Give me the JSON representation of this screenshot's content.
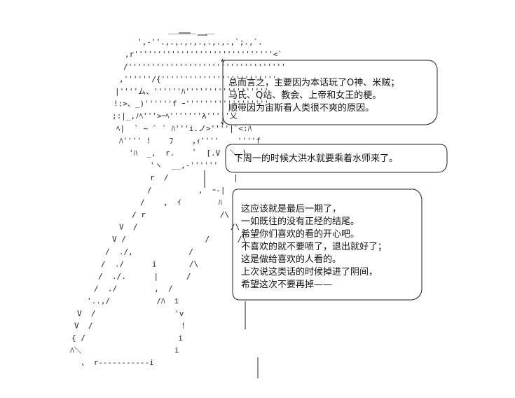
{
  "art": {
    "rows": [
      "______  __",
      "',-''.,.,.,.,.,.,.,.,`;.,`.",
      ",r''''''''''''''''''''''''''''''<`",
      "/''''''''''''''''''''''''''''''''''",
      ",''''''/{'''''''''''''''''''''''''",
      "|''''ム、''''''ﾊ''''''''''''''''''",
      "!:>、_)''''''f ｰ''''''''''''''''''",
      ";:|_,ﾉﾍ'''>ｰﾍ'''''''λ'''''乂",
      "ﾍ|  ` ~ ` ` ﾊ'''i.ノ>''''|`<:ﾊ",
      "ﾊ'''' !    ﾌ    ,ｨ''''    ''''f",
      "'ﾊ  _,  r.    ﾟ  [.V  ＼.!",
      "'ヽ  __,-''''''",
      "r  /              |",
      "/          ,  ｰ-|",
      "/    ,  ｲ        ﾊ",
      "/ r                /\\",
      "V  /                    /\\",
      "V /                 /      /\\",
      "/  ./,            /",
      "/  ./      i       /\\",
      "/  ./.      |      /",
      "/  ./        ,  /",
      "'..,/          /ﾊ  i",
      "V  /                 'v",
      "V  /                   !",
      "{ /                    i",
      "ﾊ＼                    i",
      "、 r-----------i"
    ]
  },
  "bubbles": [
    {
      "lines": [
        "总而言之，主要因为本话玩了O神、米贼；",
        "马氏、Q站、教会、上帝和女王的梗。",
        "顺带因为宙斯看人类很不爽的原因。"
      ]
    },
    {
      "lines": [
        "下周一的时候大洪水就要乘着水师来了。"
      ]
    },
    {
      "lines": [
        "这应该就是最后一期了，",
        "一如既往的没有正经的结尾。",
        "希望你们喜欢的看的开心吧。",
        "不喜欢的就不要喷了，退出就好了；",
        "这是做给喜欢的人看的。",
        "上次说这类话的时候掉进了阴间，",
        "希望这次不要再掉——"
      ]
    }
  ]
}
